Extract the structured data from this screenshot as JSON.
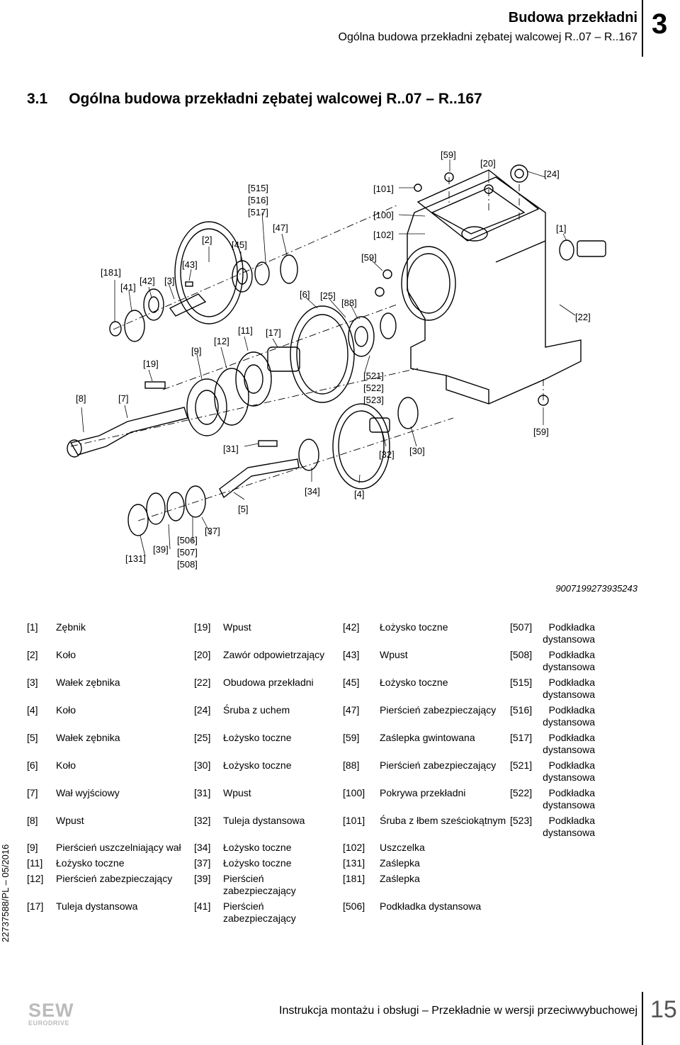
{
  "header": {
    "title": "Budowa przekładni",
    "subtitle": "Ogólna budowa przekładni zębatej walcowej R..07 – R..167",
    "chapter": "3"
  },
  "section": {
    "number": "3.1",
    "title": "Ogólna budowa przekładni zębatej walcowej R..07 – R..167"
  },
  "drawing": {
    "callouts": [
      "[59]",
      "[20]",
      "[24]",
      "[101]",
      "[100]",
      "[102]",
      "[515]",
      "[516]",
      "[517]",
      "[47]",
      "[2]",
      "[45]",
      "[43]",
      "[181]",
      "[42]",
      "[3]",
      "[41]",
      "[59]",
      "[6]",
      "[25]",
      "[88]",
      "[1]",
      "[22]",
      "[11]",
      "[17]",
      "[12]",
      "[9]",
      "[19]",
      "[8]",
      "[7]",
      "[521]",
      "[522]",
      "[523]",
      "[59]",
      "[31]",
      "[32]",
      "[30]",
      "[34]",
      "[4]",
      "[5]",
      "[37]",
      "[506]",
      "[507]",
      "[508]",
      "[39]",
      "[131]"
    ],
    "doc_id": "9007199273935243"
  },
  "legend": [
    [
      {
        "code": "[1]",
        "desc": "Zębnik"
      },
      {
        "code": "[2]",
        "desc": "Koło"
      },
      {
        "code": "[3]",
        "desc": "Wałek zębnika"
      },
      {
        "code": "[4]",
        "desc": "Koło"
      },
      {
        "code": "[5]",
        "desc": "Wałek zębnika"
      },
      {
        "code": "[6]",
        "desc": "Koło"
      },
      {
        "code": "[7]",
        "desc": "Wał wyjściowy"
      },
      {
        "code": "[8]",
        "desc": "Wpust"
      },
      {
        "code": "[9]",
        "desc": "Pierścień uszczelniający wał"
      },
      {
        "code": "[11]",
        "desc": "Łożysko toczne"
      },
      {
        "code": "[12]",
        "desc": "Pierścień zabezpieczający"
      },
      {
        "code": "[17]",
        "desc": "Tuleja dystansowa"
      }
    ],
    [
      {
        "code": "[19]",
        "desc": "Wpust"
      },
      {
        "code": "[20]",
        "desc": "Zawór odpowietrzający"
      },
      {
        "code": "[22]",
        "desc": "Obudowa przekładni"
      },
      {
        "code": "[24]",
        "desc": "Śruba z uchem"
      },
      {
        "code": "[25]",
        "desc": "Łożysko toczne"
      },
      {
        "code": "[30]",
        "desc": "Łożysko toczne"
      },
      {
        "code": "[31]",
        "desc": "Wpust"
      },
      {
        "code": "[32]",
        "desc": "Tuleja dystansowa"
      },
      {
        "code": "[34]",
        "desc": "Łożysko toczne"
      },
      {
        "code": "[37]",
        "desc": "Łożysko toczne"
      },
      {
        "code": "[39]",
        "desc": "Pierścień zabezpieczający"
      },
      {
        "code": "[41]",
        "desc": "Pierścień zabezpieczający"
      }
    ],
    [
      {
        "code": "[42]",
        "desc": "Łożysko toczne"
      },
      {
        "code": "[43]",
        "desc": "Wpust"
      },
      {
        "code": "[45]",
        "desc": "Łożysko toczne"
      },
      {
        "code": "[47]",
        "desc": "Pierścień zabezpieczający"
      },
      {
        "code": "[59]",
        "desc": "Zaślepka gwintowana"
      },
      {
        "code": "[88]",
        "desc": "Pierścień zabezpieczający"
      },
      {
        "code": "[100]",
        "desc": "Pokrywa przekładni"
      },
      {
        "code": "[101]",
        "desc": "Śruba z łbem sześciokątnym"
      },
      {
        "code": "[102]",
        "desc": "Uszczelka"
      },
      {
        "code": "[131]",
        "desc": "Zaślepka"
      },
      {
        "code": "[181]",
        "desc": "Zaślepka"
      },
      {
        "code": "[506]",
        "desc": "Podkładka dystansowa"
      }
    ],
    [
      {
        "code": "[507]",
        "desc": "Podkładka dystansowa"
      },
      {
        "code": "[508]",
        "desc": "Podkładka dystansowa"
      },
      {
        "code": "[515]",
        "desc": "Podkładka dystansowa"
      },
      {
        "code": "[516]",
        "desc": "Podkładka dystansowa"
      },
      {
        "code": "[517]",
        "desc": "Podkładka dystansowa"
      },
      {
        "code": "[521]",
        "desc": "Podkładka dystansowa"
      },
      {
        "code": "[522]",
        "desc": "Podkładka dystansowa"
      },
      {
        "code": "[523]",
        "desc": "Podkładka dystansowa"
      }
    ]
  ],
  "side_text": "22737588/PL – 05/2016",
  "footer": {
    "logo_text": "SEW EURODRIVE",
    "manual": "Instrukcja montażu i obsługi – Przekładnie w wersji przeciwwybuchowej",
    "page": "15"
  }
}
